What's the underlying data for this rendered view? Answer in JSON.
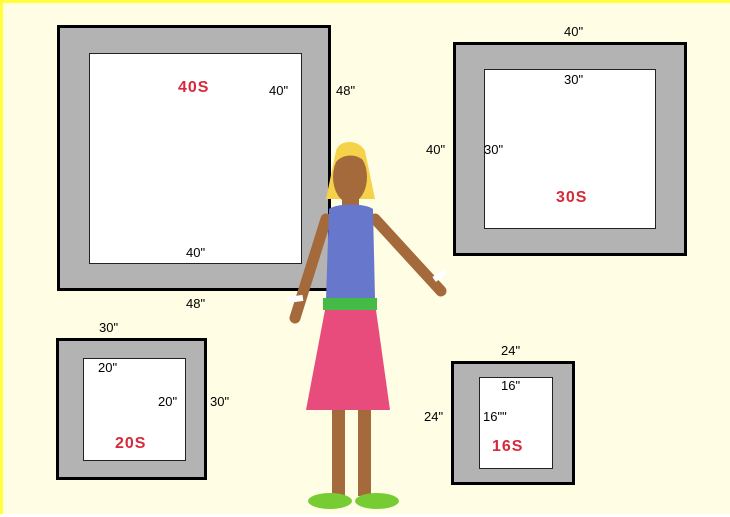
{
  "colors": {
    "background": "#fffde3",
    "border_accent": "#ffff3a",
    "frame": "#b3b3b3",
    "mat": "#ffffff",
    "label_red": "#d62a3a",
    "skin": "#a56a3c",
    "hair": "#f5d24a",
    "shirt": "#6677cc",
    "belt": "#44bb44",
    "skirt": "#e84c7c",
    "shoes": "#77cc33"
  },
  "frames": {
    "f40": {
      "code": "40S",
      "inner_w": "40\"",
      "inner_h": "40\"",
      "outer_w": "48\"",
      "outer_h": "48\""
    },
    "f30": {
      "code": "30S",
      "inner_w": "30\"",
      "inner_h": "30\"",
      "outer_w": "40\"",
      "outer_h": "40\""
    },
    "f20": {
      "code": "20S",
      "inner_w": "20\"",
      "inner_h": "20\"",
      "outer_w": "30\"",
      "outer_h": "30\""
    },
    "f16": {
      "code": "16S",
      "inner_w": "16\"",
      "inner_h": "16\"\"",
      "outer_w": "24\"",
      "outer_h": "24\""
    }
  }
}
